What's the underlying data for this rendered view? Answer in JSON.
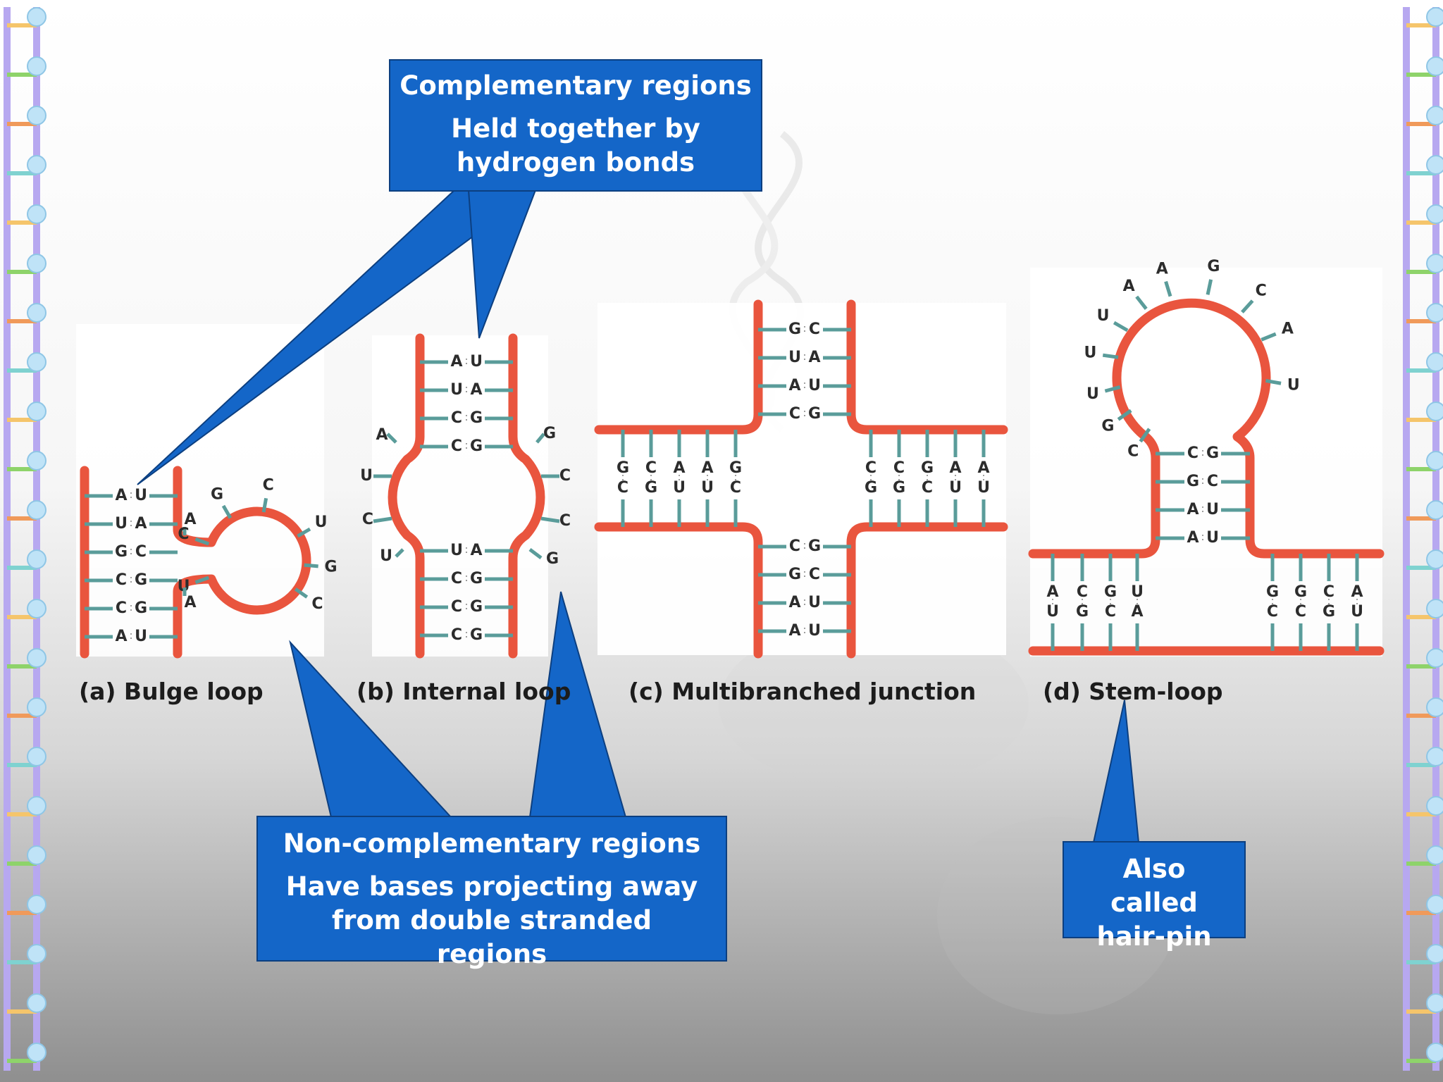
{
  "colors": {
    "strand": "#e9553e",
    "base_stick": "#5a9c9a",
    "callout_fill": "#1466c8",
    "callout_border": "#0c3f80",
    "ladder_rail": "#b7a8f0",
    "ladder_node": "#bfe3f7"
  },
  "callouts": {
    "complementary": {
      "title": "Complementary regions",
      "body": "Held together by hydrogen bonds"
    },
    "non_complementary": {
      "title": "Non-complementary regions",
      "body": "Have bases projecting away from double stranded regions"
    },
    "hairpin": {
      "body": "Also called hair-pin"
    }
  },
  "captions": {
    "bulge": "(a) Bulge loop",
    "internal": "(b) Internal loop",
    "multibranched": "(c) Multibranched junction",
    "stem_loop": "(d) Stem-loop"
  },
  "diagrams": {
    "bulge": {
      "pairs": [
        [
          "A",
          "U"
        ],
        [
          "U",
          "A"
        ],
        [
          "G",
          "C"
        ],
        [
          "C",
          "G"
        ],
        [
          "C",
          "G"
        ],
        [
          "A",
          "U"
        ]
      ],
      "loop_bases": [
        "A",
        "U",
        "C",
        "G",
        "C",
        "U",
        "G",
        "C",
        "A"
      ]
    },
    "internal": {
      "upper_pairs": [
        [
          "A",
          "U"
        ],
        [
          "U",
          "A"
        ],
        [
          "C",
          "G"
        ],
        [
          "C",
          "G"
        ]
      ],
      "lower_pairs": [
        [
          "U",
          "A"
        ],
        [
          "C",
          "G"
        ],
        [
          "C",
          "G"
        ],
        [
          "C",
          "G"
        ]
      ],
      "left_loop": [
        "A",
        "U",
        "C",
        "U"
      ],
      "right_loop": [
        "G",
        "C",
        "C",
        "G"
      ]
    },
    "multibranched": {
      "top_pairs": [
        [
          "G",
          "C"
        ],
        [
          "U",
          "A"
        ],
        [
          "A",
          "U"
        ],
        [
          "C",
          "G"
        ]
      ],
      "bottom_pairs": [
        [
          "C",
          "G"
        ],
        [
          "G",
          "C"
        ],
        [
          "A",
          "U"
        ],
        [
          "A",
          "U"
        ]
      ],
      "left_top": [
        "G",
        "C",
        "A",
        "A",
        "G"
      ],
      "left_bottom": [
        "C",
        "G",
        "U",
        "U",
        "C"
      ],
      "right_top": [
        "C",
        "C",
        "G",
        "A",
        "A"
      ],
      "right_bottom": [
        "G",
        "G",
        "C",
        "U",
        "U"
      ]
    },
    "stem_loop": {
      "stem_pairs": [
        [
          "C",
          "G"
        ],
        [
          "G",
          "C"
        ],
        [
          "A",
          "U"
        ],
        [
          "A",
          "U"
        ]
      ],
      "loop_bases": [
        "C",
        "G",
        "U",
        "U",
        "U",
        "A",
        "A",
        "G",
        "C",
        "A",
        "U"
      ],
      "left_top": [
        "A",
        "C",
        "G",
        "U"
      ],
      "left_bottom": [
        "U",
        "G",
        "C",
        "A"
      ],
      "right_top": [
        "G",
        "G",
        "C",
        "A"
      ],
      "right_bottom": [
        "C",
        "C",
        "G",
        "U"
      ]
    }
  }
}
